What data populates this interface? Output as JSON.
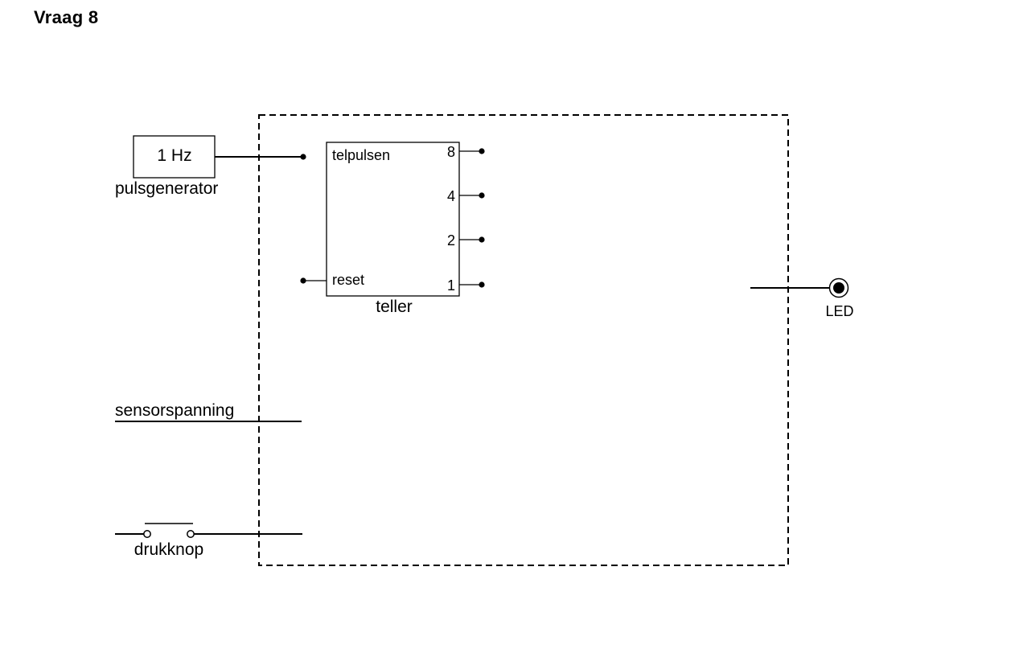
{
  "title": "Vraag 8",
  "diagram": {
    "pulse_generator": {
      "frequency_label": "1 Hz",
      "name": "pulsgenerator"
    },
    "counter": {
      "name": "teller",
      "input_count": "telpulsen",
      "input_reset": "reset",
      "outputs": [
        "8",
        "4",
        "2",
        "1"
      ]
    },
    "sensor": {
      "label": "sensorspanning"
    },
    "push_button": {
      "label": "drukknop"
    },
    "led": {
      "label": "LED"
    }
  }
}
